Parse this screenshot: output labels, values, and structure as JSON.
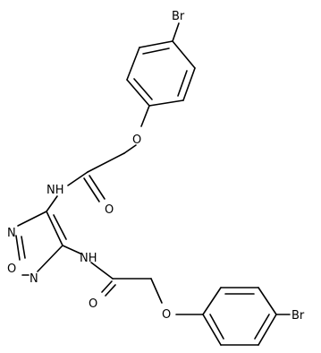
{
  "structure": {
    "atoms": {
      "br_top": "Br",
      "o_ether_top": "O",
      "o_carbonyl_top": "O",
      "nh_top": "NH",
      "n_ring_upper": "N",
      "o_ring": "O",
      "n_ring_lower": "N",
      "nh_bottom": "NH",
      "o_carbonyl_bottom": "O",
      "o_ether_bottom": "O",
      "br_bottom": "Br"
    }
  }
}
